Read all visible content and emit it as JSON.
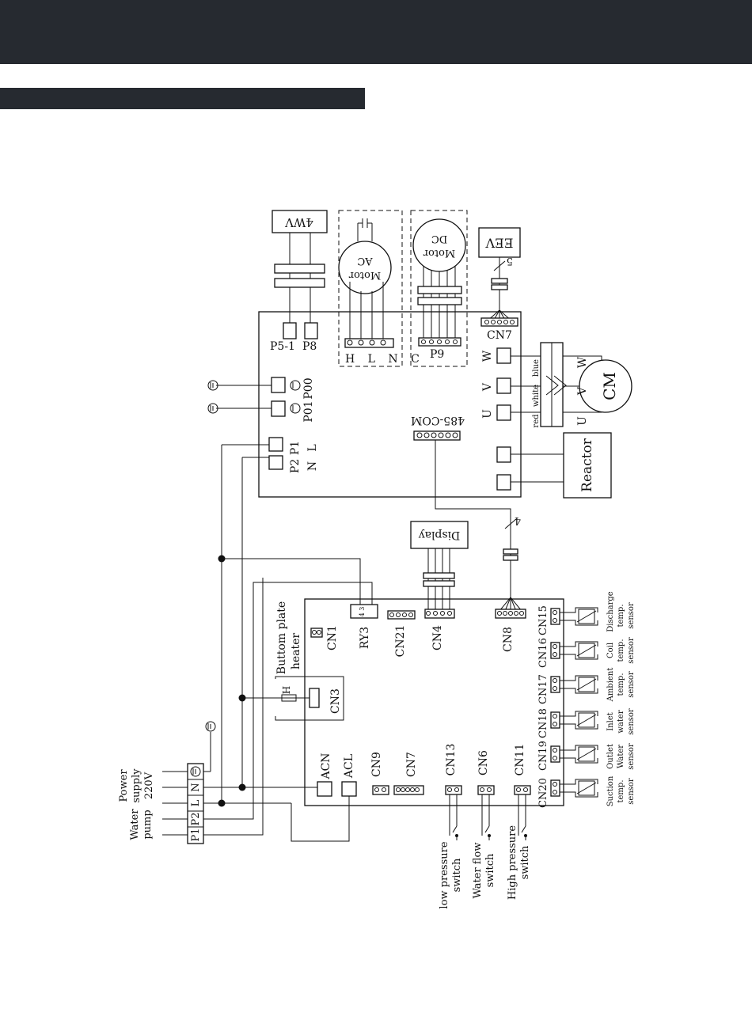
{
  "top_outdoor": {
    "four_way": "4WV",
    "ac_motor": "AC\nMotor",
    "dc_motor": "DC\nMotor",
    "eev": "EEV",
    "eev_wire_count": "5",
    "p5_1": "P5-1",
    "p8": "P8",
    "ac_pins": "H L N C",
    "p9": "P9",
    "cn7_top": "CN7",
    "p00": "P00",
    "p01": "P01",
    "p1": "P1",
    "p2": "P2",
    "n": "N",
    "l": "L",
    "com485": "485-COM",
    "u": "U",
    "v": "V",
    "w": "W",
    "wire_red": "red",
    "wire_white": "white",
    "wire_blue": "blue",
    "cm": "CM",
    "reactor": "Reactor",
    "com_wire_count": "4"
  },
  "display": "Display",
  "main_board": {
    "cn1": "CN1",
    "ry3": "RY3",
    "cn21": "CN21",
    "cn4": "CN4",
    "cn8": "CN8",
    "cn3": "CN3",
    "acn": "ACN",
    "acl": "ACL",
    "cn9": "CN9",
    "cn7": "CN7",
    "cn13": "CN13",
    "cn6": "CN6",
    "cn11": "CN11",
    "ry3_pins": "4 3",
    "heater_mark": "H",
    "sensor_ports": [
      "CN15",
      "CN16",
      "CN17",
      "CN18",
      "CN19",
      "CN20"
    ],
    "sensors": [
      [
        "Discharge",
        "temp.",
        "sensor"
      ],
      [
        "Coil",
        "temp.",
        "sensor"
      ],
      [
        "Ambient",
        "temp.",
        "sensor"
      ],
      [
        "Inlet",
        "water",
        "sensor"
      ],
      [
        "Outlet",
        "Water",
        "sensor"
      ],
      [
        "Suction",
        "temp.",
        "sensor"
      ]
    ]
  },
  "heater_label": [
    "Buttom plate",
    "heater"
  ],
  "power_supply": [
    "Power",
    "supply",
    "220V"
  ],
  "water_pump": [
    "Water",
    "pump"
  ],
  "terminal": [
    "P1",
    "P2",
    "L",
    "N"
  ],
  "switches": [
    [
      "low pressure",
      "switch"
    ],
    [
      "Water flow",
      "switch"
    ],
    [
      "High pressure",
      "switch"
    ]
  ]
}
